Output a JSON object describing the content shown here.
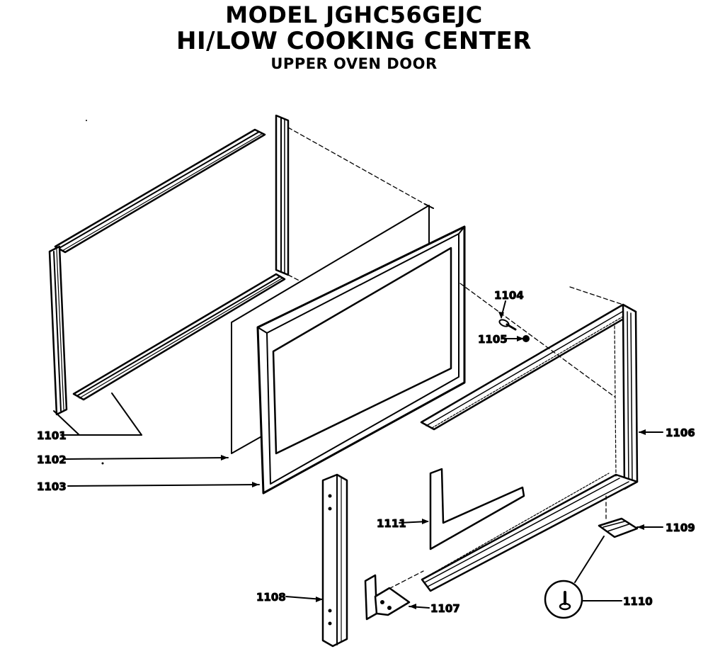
{
  "header": {
    "model": "MODEL JGHC56GEJC",
    "product": "HI/LOW COOKING CENTER",
    "section": "UPPER OVEN DOOR"
  },
  "parts": {
    "p1101": "1101",
    "p1102": "1102",
    "p1103": "1103",
    "p1104": "1104",
    "p1105": "1105",
    "p1106": "1106",
    "p1107": "1107",
    "p1108": "1108",
    "p1109": "1109",
    "p1110": "1110",
    "p1111": "1111"
  },
  "colors": {
    "ink": "#000000",
    "paper": "#ffffff"
  }
}
